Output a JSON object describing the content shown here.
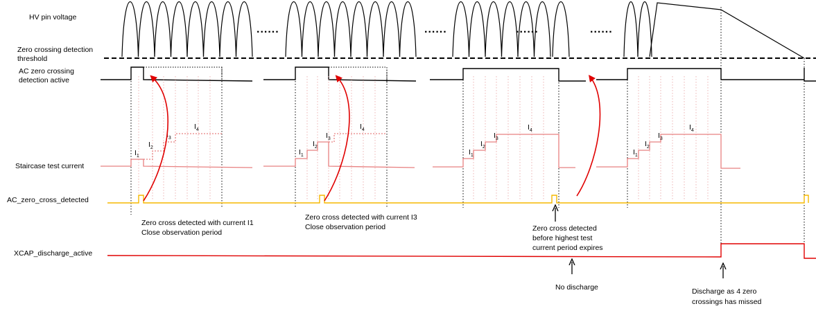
{
  "labels": {
    "hv_pin_voltage": "HV pin voltage",
    "zero_crossing_threshold_line1": "Zero crossing detection",
    "zero_crossing_threshold_line2": "threshold",
    "ac_zero_active_line1": "AC zero crossing",
    "ac_zero_active_line2": "detection active",
    "staircase_test_current": "Staircase test current",
    "ac_zero_cross_detected": "AC_zero_cross_detected",
    "xcap_discharge_active": "XCAP_discharge_active"
  },
  "current_labels": {
    "letter": "I",
    "sub1": "1",
    "sub2": "2",
    "sub3": "3",
    "sub4": "4"
  },
  "ellipsis": "......",
  "annotations": {
    "zc_i1_line1": "Zero cross detected with current I1",
    "zc_i1_line2": "Close observation period",
    "zc_i3_line1": "Zero cross detected with current I3",
    "zc_i3_line2": "Close observation period",
    "zc_before_line1": "Zero cross detected",
    "zc_before_line2": "before highest test",
    "zc_before_line3": "current period expires",
    "no_discharge": "No discharge",
    "discharge_line1": "Discharge as 4 zero",
    "discharge_line2": "crossings has missed"
  },
  "colors": {
    "signal": "#000000",
    "staircase": "#e88080",
    "detected": "#f5b800",
    "xcap": "#e00000",
    "arrow": "#e00000",
    "grid": "#e8a0a0"
  }
}
